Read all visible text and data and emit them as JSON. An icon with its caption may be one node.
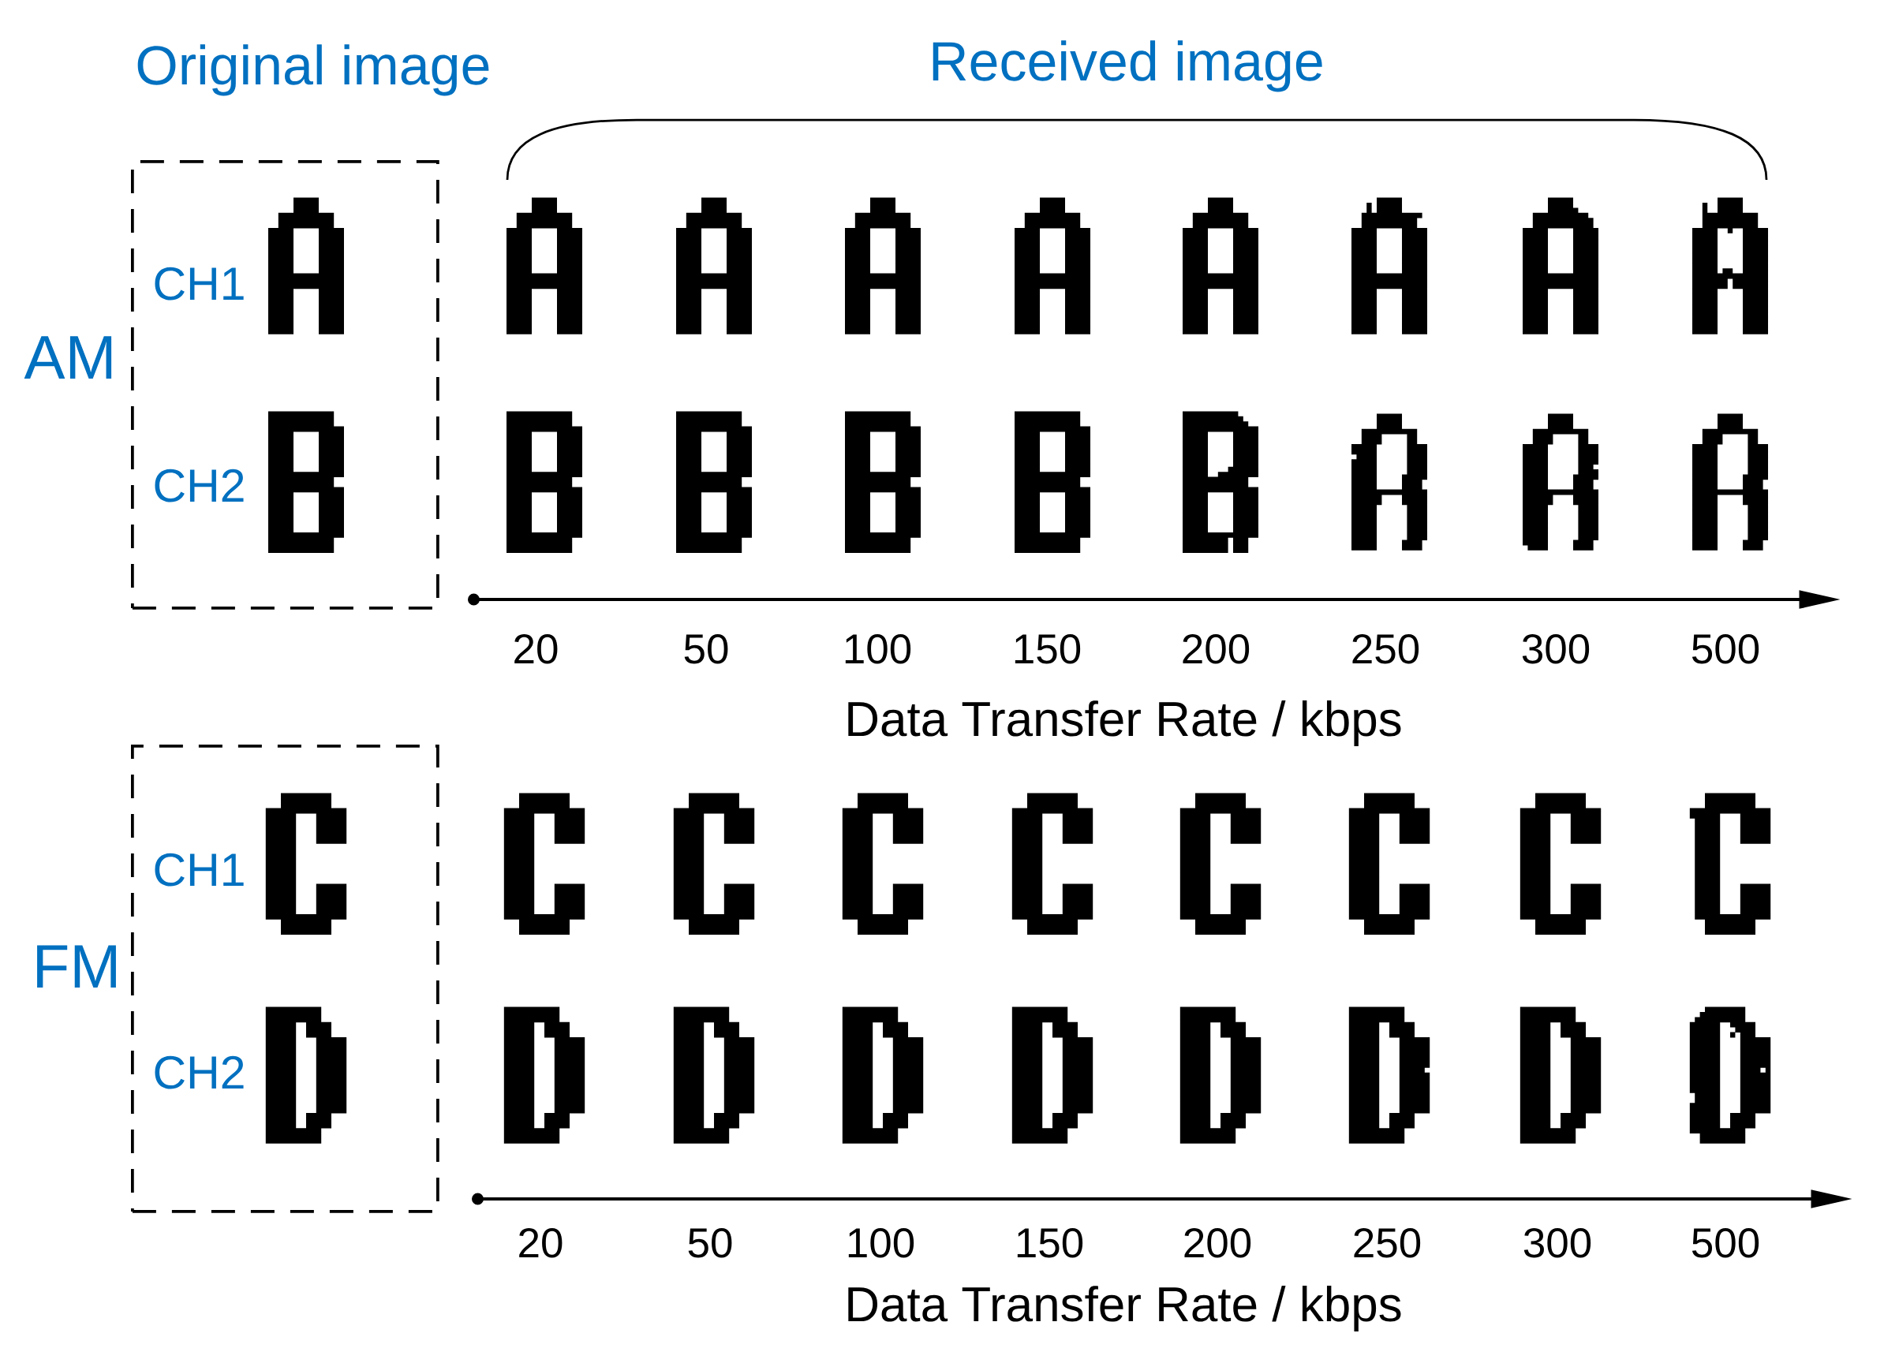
{
  "diagram": {
    "nodes": [
      {
        "text": [
          "CH1",
          "CH2"
        ]
      },
      {
        "text": [
          "CH1",
          "CH2"
        ]
      }
    ],
    "labels": [
      "Original image",
      "Received image",
      "AM",
      "20",
      "50",
      "100",
      "150",
      "200",
      "250",
      "300",
      "500",
      "Data Transfer Rate / kbps",
      "FM",
      "20",
      "50",
      "100",
      "150",
      "200",
      "250",
      "300",
      "500",
      "Data Transfer Rate / kbps"
    ]
  }
}
